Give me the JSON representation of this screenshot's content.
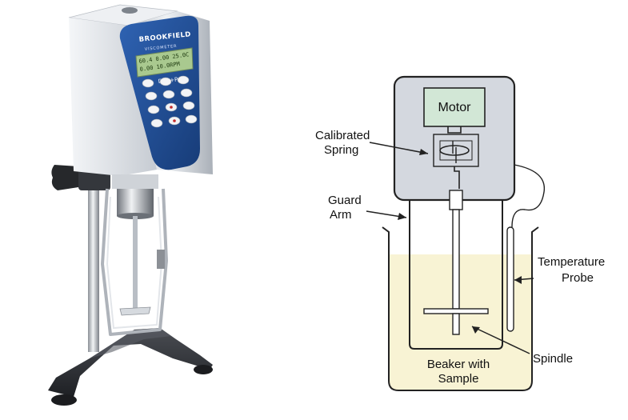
{
  "photo": {
    "brand_text": "BROOKFIELD",
    "product_text": "VISCOMETER",
    "model_text": "DV2+Pro",
    "lcd_lines": [
      "60.4 0.00   25.0C",
      "0.00   10.0RPM"
    ],
    "colors": {
      "housing": "#dfe3e8",
      "panel": "#1f4e96",
      "lcd": "#a9c98f",
      "base": "#2e3035",
      "knob": "#26282b"
    }
  },
  "diagram": {
    "labels": {
      "motor": "Motor",
      "calibrated_spring": [
        "Calibrated",
        "Spring"
      ],
      "guard_arm": [
        "Guard",
        "Arm"
      ],
      "temperature_probe": [
        "Temperature",
        "Probe"
      ],
      "spindle": "Spindle",
      "beaker_with_sample": [
        "Beaker with",
        "Sample"
      ]
    },
    "colors": {
      "housing": "#d4d8df",
      "motor": "#d2e7d6",
      "sample": "#f8f3d4",
      "outline": "#222222"
    }
  }
}
